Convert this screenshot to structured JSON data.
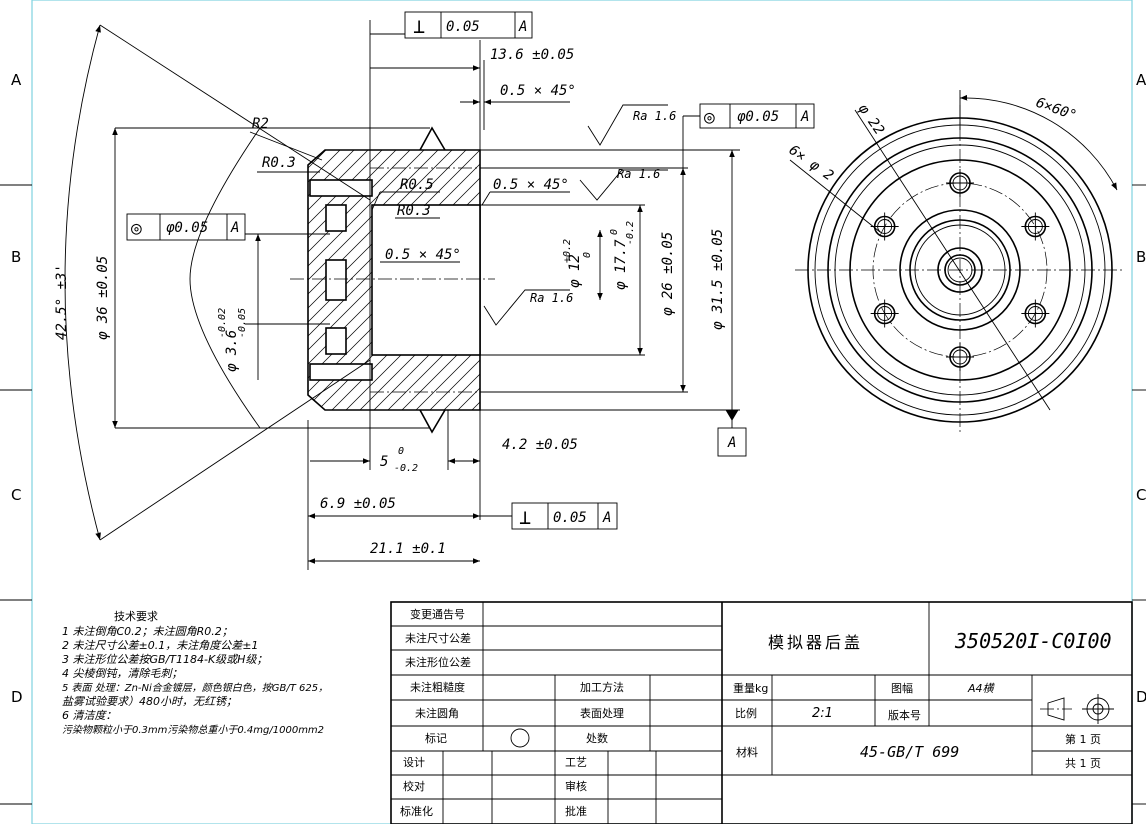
{
  "frame": {
    "zone_letters": [
      "A",
      "B",
      "C",
      "D"
    ]
  },
  "dimensions": {
    "perp_top": {
      "symbol": "⊥",
      "value": "0.05",
      "datum": "A"
    },
    "len_13_6": "13.6 ±0.05",
    "chamfer_1": "0.5 × 45°",
    "r2": "R2",
    "r03_a": "R0.3",
    "r05": "R0.5",
    "chamfer_2": "0.5 × 45°",
    "r03_b": "R0.3",
    "chamfer_3": "0.5 × 45°",
    "ra_1": "Ra 1.6",
    "ra_2": "Ra 1.6",
    "ra_3": "Ra 1.6",
    "coax_right": {
      "symbol": "◎",
      "value": "φ0.05",
      "datum": "A"
    },
    "coax_left": {
      "symbol": "◎",
      "value": "φ0.05",
      "datum": "A"
    },
    "d36": "φ 36 ±0.05",
    "angle_42": "42.5° ±3'",
    "d3_6": "φ 3.6",
    "d3_6_tol_up": "-0.02",
    "d3_6_tol_low": "-0.05",
    "d12": "φ 12",
    "d12_tol_up": "+0.2",
    "d12_tol_low": "0",
    "d17_7": "φ 17.7",
    "d17_7_tol_up": "0",
    "d17_7_tol_low": "-0.2",
    "d26": "φ 26 ±0.05",
    "d31_5": "φ 31.5 ±0.05",
    "datum_a": "A",
    "len_4_2": "4.2 ±0.05",
    "len_5": "5",
    "len_5_tol_up": "0",
    "len_5_tol_low": "-0.2",
    "len_6_9": "6.9 ±0.05",
    "perp_bottom": {
      "symbol": "⊥",
      "value": "0.05",
      "datum": "A"
    },
    "len_21_1": "21.1 ±0.1",
    "angle_6x60": "6×60°",
    "d22": "φ 22",
    "holes_6xd2": "6× φ 2"
  },
  "notes": {
    "title": "技术要求",
    "lines": [
      "1 未注倒角C0.2；未注圆角R0.2；",
      "2 未注尺寸公差±0.1，未注角度公差±1",
      "3 未注形位公差按GB/T1184-K级或H级；",
      "4 尖棱倒钝，清除毛刺；",
      "5 表面 处理：Zn-Ni合金镀层，颜色银白色，按GB/T 625，",
      "   盐雾试验要求）480小时，无红锈；",
      "6 清洁度：",
      "   污染物颗粒小于0.3mm污染物总重小于0.4mg/1000mm2"
    ]
  },
  "title_block": {
    "change_no": "变更通告号",
    "unspec_dim_tol": "未注尺寸公差",
    "unspec_geo_tol": "未注形位公差",
    "unspec_rough": "未注粗糙度",
    "unspec_fillet": "未注圆角",
    "mark": "标记",
    "design": "设计",
    "check": "校对",
    "standard": "标准化",
    "process_method": "加工方法",
    "surface_treat": "表面处理",
    "count": "处数",
    "craft": "工艺",
    "review": "审核",
    "approve": "批准",
    "part_name": "模拟器后盖",
    "drawing_no": "350520I-C0I00",
    "weight": "重量kg",
    "sheet_size_label": "图幅",
    "sheet_size": "A4横",
    "scale_label": "比例",
    "scale": "2:1",
    "version_label": "版本号",
    "material_label": "材料",
    "material": "45-GB/T 699",
    "page_no": "第 1 页",
    "page_total": "共 1 页"
  }
}
